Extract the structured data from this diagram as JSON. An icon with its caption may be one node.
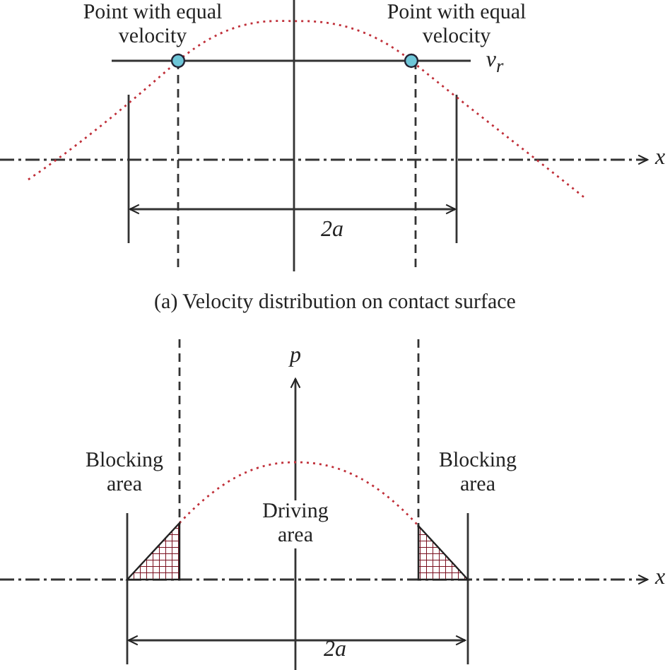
{
  "diagram": {
    "caption": "(a) Velocity distribution on contact surface",
    "labels": [
      "Point with equal velocity",
      "Point with equal velocity",
      "v$_{r}$",
      "x",
      "2a",
      "p",
      "Blocking area",
      "Blocking area",
      "Driving area",
      "x",
      "2a"
    ]
  }
}
